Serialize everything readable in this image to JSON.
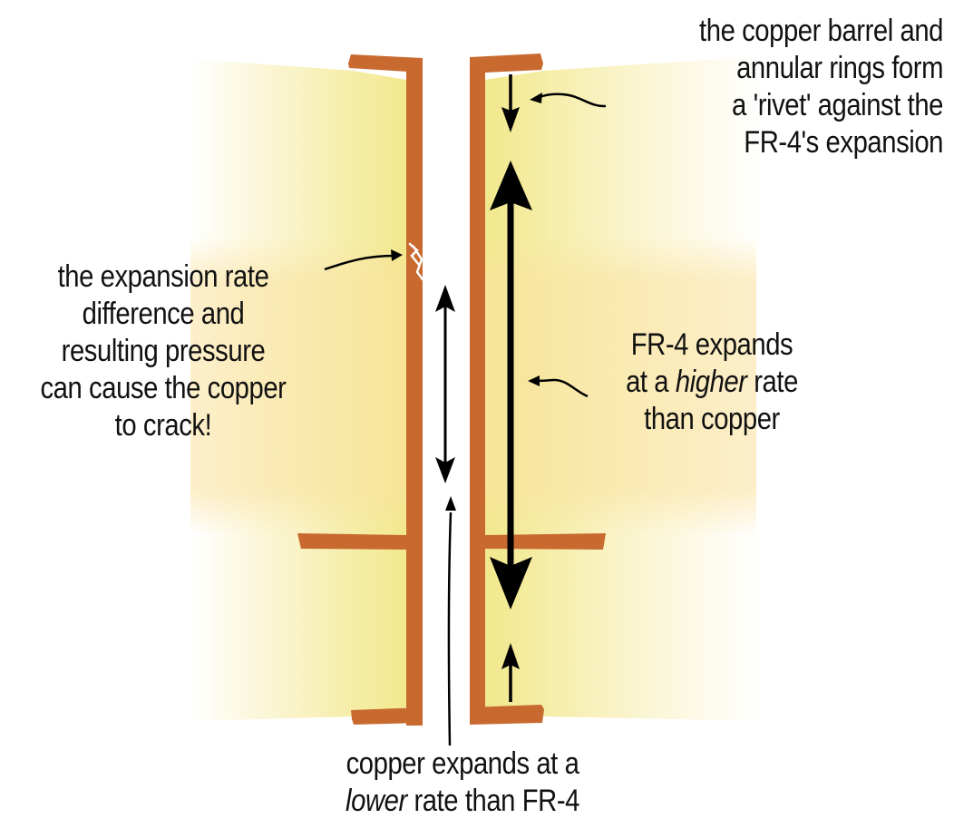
{
  "colors": {
    "copper": "#C86A30",
    "fr4_light": "#F3E890",
    "fr4_warm": "#FBE39E",
    "arrow": "#000000",
    "text": "#111111",
    "background": "#FFFFFF"
  },
  "labels": {
    "rivet": {
      "lines": [
        "the copper barrel and",
        "annular rings form",
        "a 'rivet' against the",
        "FR-4's expansion"
      ]
    },
    "crack": {
      "lines": [
        "the expansion rate",
        "difference and",
        "resulting pressure",
        "can cause the copper",
        "to crack!"
      ]
    },
    "fr4": {
      "line1": "FR-4 expands",
      "line2_prefix": "at a ",
      "line2_em": "higher",
      "line2_suffix": " rate",
      "line3": "than copper"
    },
    "copper": {
      "line1": "copper expands at a",
      "line2_em": "lower",
      "line2_suffix": " rate than FR-4"
    }
  }
}
